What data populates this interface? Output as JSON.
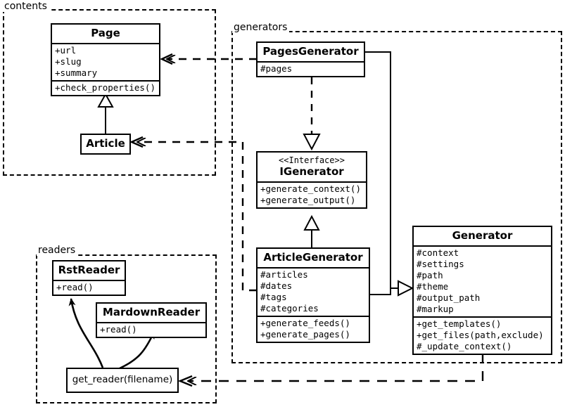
{
  "diagram": {
    "title": "Pelican architecture UML class diagram",
    "stroke_color": "#000000",
    "background": "#ffffff"
  },
  "packages": [
    {
      "id": "contents",
      "label": "contents"
    },
    {
      "id": "generators",
      "label": "generators"
    },
    {
      "id": "readers",
      "label": "readers"
    }
  ],
  "classes": {
    "page": {
      "name": "Page",
      "attributes": [
        "+url",
        "+slug",
        "+summary"
      ],
      "methods": [
        "+check_properties()"
      ]
    },
    "article": {
      "name": "Article",
      "attributes": [],
      "methods": []
    },
    "pages_generator": {
      "name": "PagesGenerator",
      "attributes": [
        "#pages"
      ],
      "methods": []
    },
    "igenerator": {
      "stereotype": "<<Interface>>",
      "name": "IGenerator",
      "attributes": [],
      "methods": [
        "+generate_context()",
        "+generate_output()"
      ]
    },
    "article_generator": {
      "name": "ArticleGenerator",
      "attributes": [
        "#articles",
        "#dates",
        "#tags",
        "#categories"
      ],
      "methods": [
        "+generate_feeds()",
        "+generate_pages()"
      ]
    },
    "generator": {
      "name": "Generator",
      "attributes": [
        "#context",
        "#settings",
        "#path",
        "#theme",
        "#output_path",
        "#markup"
      ],
      "methods": [
        "+get_templates()",
        "+get_files(path,exclude)",
        "#_update_context()"
      ]
    },
    "rst_reader": {
      "name": "RstReader",
      "attributes": [],
      "methods": [
        "+read()"
      ]
    },
    "mardown_reader": {
      "name": "MardownReader",
      "attributes": [],
      "methods": [
        "+read()"
      ]
    },
    "get_reader": {
      "name": "get_reader(filename)",
      "attributes": [],
      "methods": []
    }
  },
  "relations": [
    {
      "id": "article-inherits-page",
      "type": "generalization",
      "from": "Article",
      "to": "Page"
    },
    {
      "id": "pagesgen-realizes-igenerator",
      "type": "realization",
      "from": "PagesGenerator",
      "to": "IGenerator"
    },
    {
      "id": "articlegen-realizes-igen",
      "type": "realization",
      "from": "ArticleGenerator",
      "to": "IGenerator"
    },
    {
      "id": "pagesgen-inherits-generator",
      "type": "generalization",
      "from": "PagesGenerator",
      "to": "Generator"
    },
    {
      "id": "articlegen-inherits-generator",
      "type": "generalization",
      "from": "ArticleGenerator",
      "to": "Generator"
    },
    {
      "id": "pagesgen-uses-page",
      "type": "dependency",
      "from": "PagesGenerator",
      "to": "Page"
    },
    {
      "id": "articlegen-uses-article",
      "type": "dependency",
      "from": "ArticleGenerator",
      "to": "Article"
    },
    {
      "id": "generator-uses-get-reader",
      "type": "dependency",
      "from": "Generator",
      "to": "get_reader(filename)"
    },
    {
      "id": "get-reader-uses-rstreader",
      "type": "usage",
      "from": "get_reader(filename)",
      "to": "RstReader"
    },
    {
      "id": "get-reader-uses-mdreader",
      "type": "usage",
      "from": "get_reader(filename)",
      "to": "MardownReader"
    }
  ]
}
